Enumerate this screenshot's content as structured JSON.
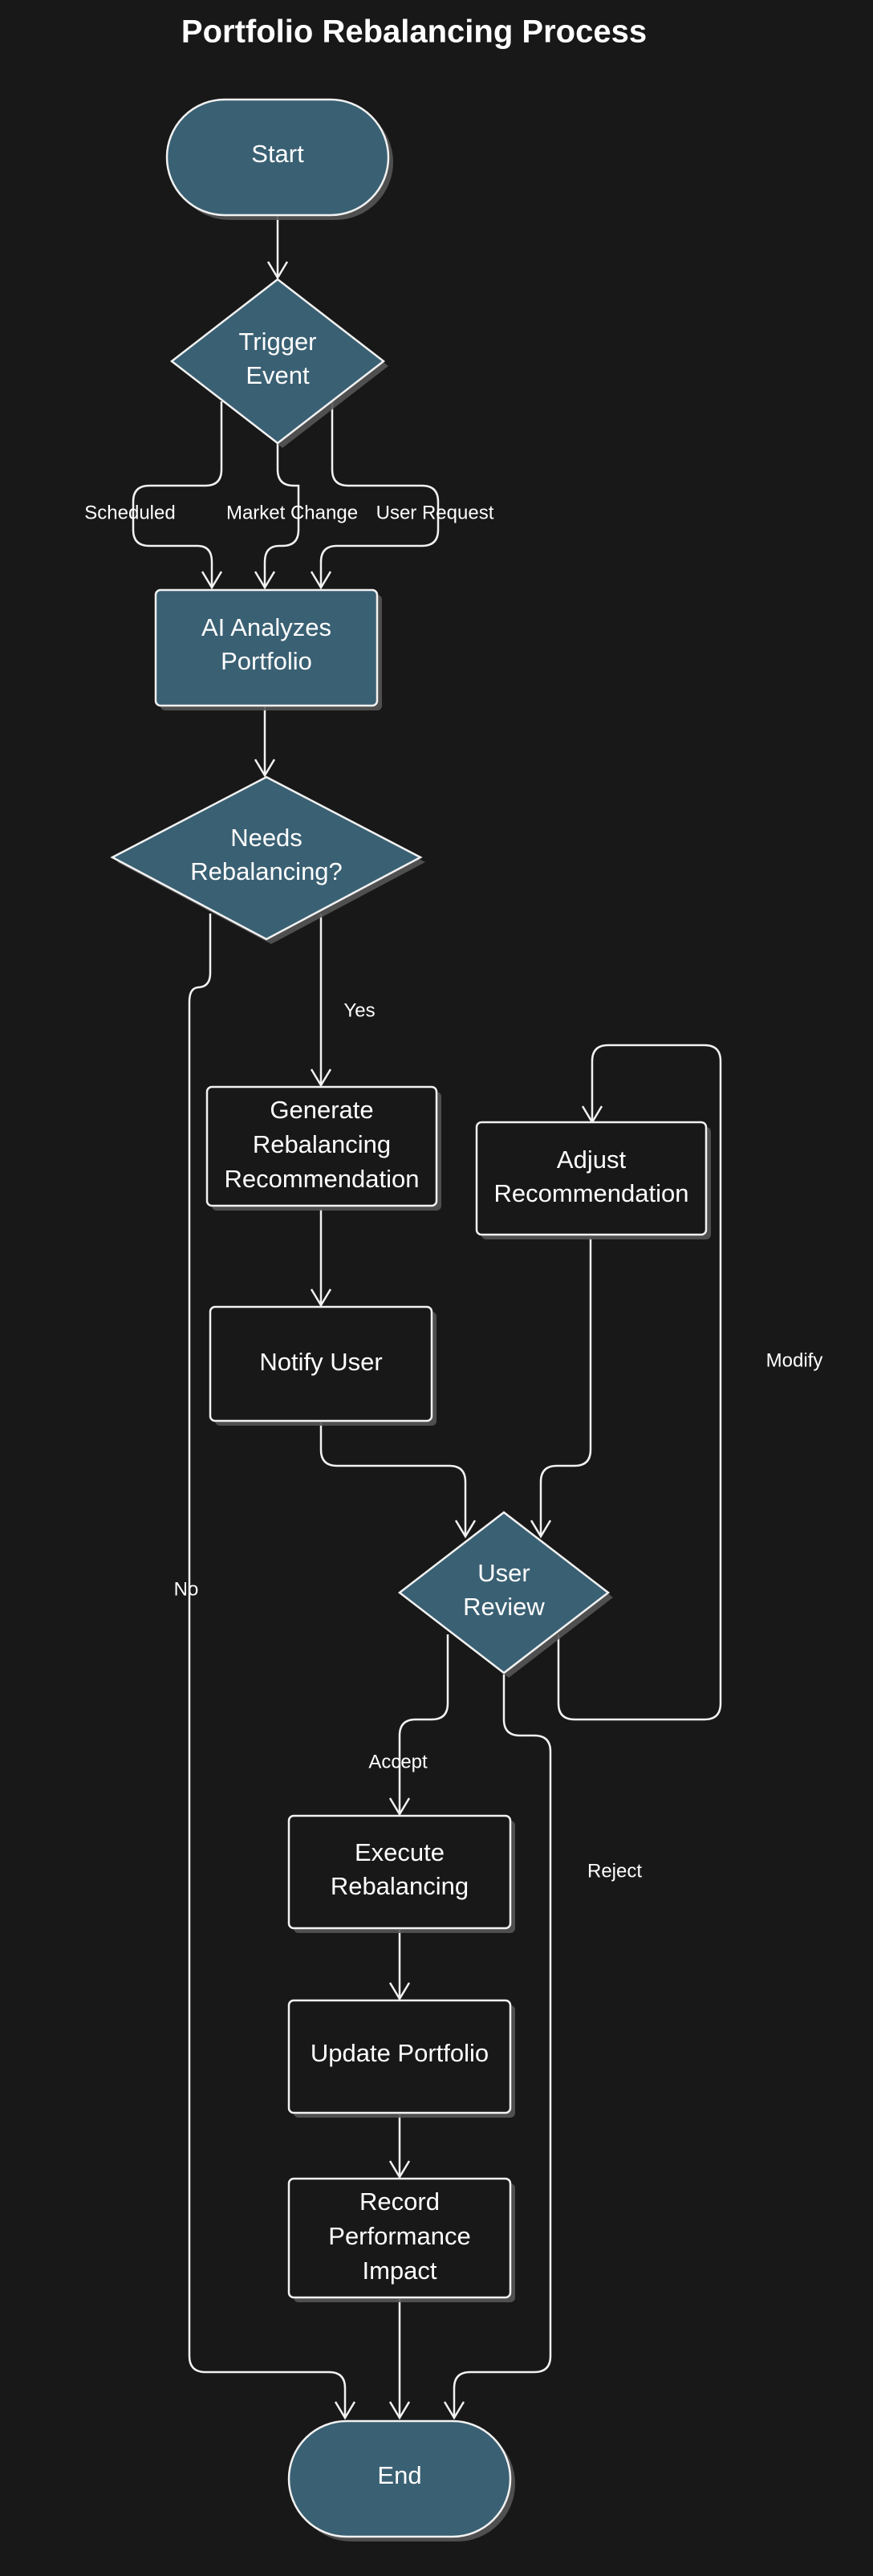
{
  "title": "Portfolio Rebalancing Process",
  "colors": {
    "background": "#181818",
    "node_fill": "#3a6073",
    "stroke": "#f2f2f2",
    "text": "#ffffff"
  },
  "nodes": {
    "start": "Start",
    "trigger": [
      "Trigger",
      "Event"
    ],
    "analyze": [
      "AI Analyzes",
      "Portfolio"
    ],
    "needs": [
      "Needs",
      "Rebalancing?"
    ],
    "generate": [
      "Generate",
      "Rebalancing",
      "Recommendation"
    ],
    "adjust": [
      "Adjust",
      "Recommendation"
    ],
    "notify": "Notify User",
    "review": [
      "User",
      "Review"
    ],
    "execute": [
      "Execute",
      "Rebalancing"
    ],
    "update": "Update Portfolio",
    "record": [
      "Record",
      "Performance",
      "Impact"
    ],
    "end": "End"
  },
  "edge_labels": {
    "scheduled": "Scheduled",
    "market_change": "Market Change",
    "user_request": "User Request",
    "yes": "Yes",
    "no": "No",
    "modify": "Modify",
    "accept": "Accept",
    "reject": "Reject"
  }
}
